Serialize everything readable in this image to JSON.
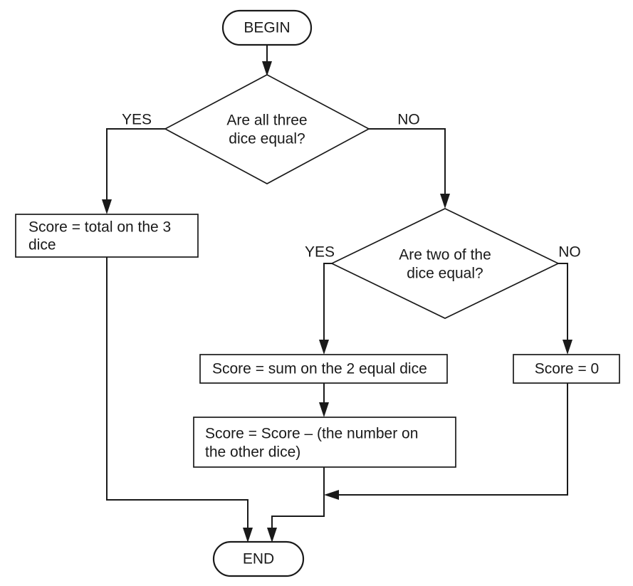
{
  "diagram": {
    "title": "Dice scoring flowchart",
    "colors": {
      "line": "#1a1a1a",
      "fill": "#ffffff",
      "background": "#ffffff"
    },
    "nodes": {
      "begin": {
        "label": "BEGIN",
        "shape": "terminator"
      },
      "decision_all_three": {
        "line1": "Are all three",
        "line2": "dice equal?",
        "shape": "decision"
      },
      "score_total": {
        "line1": "Score = total on the 3",
        "line2": "dice",
        "shape": "process"
      },
      "decision_two_of": {
        "line1": "Are two of the",
        "line2": "dice equal?",
        "shape": "decision"
      },
      "score_sum_two": {
        "line1": "Score = sum on the 2 equal dice",
        "shape": "process"
      },
      "score_minus_other": {
        "line1": "Score = Score – (the number on",
        "line2": "the other dice)",
        "shape": "process"
      },
      "score_zero": {
        "line1": "Score = 0",
        "shape": "process"
      },
      "end": {
        "label": "END",
        "shape": "terminator"
      }
    },
    "branch_labels": {
      "d1_yes": "YES",
      "d1_no": "NO",
      "d2_yes": "YES",
      "d2_no": "NO"
    }
  },
  "chart_data": {
    "type": "diagram",
    "title": "Dice scoring flowchart",
    "nodes": [
      {
        "id": "begin",
        "type": "terminator",
        "text": "BEGIN"
      },
      {
        "id": "decision_all_three",
        "type": "decision",
        "text": "Are all three dice equal?"
      },
      {
        "id": "score_total",
        "type": "process",
        "text": "Score = total on the 3 dice"
      },
      {
        "id": "decision_two_of",
        "type": "decision",
        "text": "Are two of the dice equal?"
      },
      {
        "id": "score_sum_two",
        "type": "process",
        "text": "Score = sum on the 2 equal dice"
      },
      {
        "id": "score_minus_other",
        "type": "process",
        "text": "Score = Score – (the number on the other dice)"
      },
      {
        "id": "score_zero",
        "type": "process",
        "text": "Score = 0"
      },
      {
        "id": "end",
        "type": "terminator",
        "text": "END"
      }
    ],
    "edges": [
      {
        "from": "begin",
        "to": "decision_all_three",
        "label": ""
      },
      {
        "from": "decision_all_three",
        "to": "score_total",
        "label": "YES"
      },
      {
        "from": "decision_all_three",
        "to": "decision_two_of",
        "label": "NO"
      },
      {
        "from": "decision_two_of",
        "to": "score_sum_two",
        "label": "YES"
      },
      {
        "from": "decision_two_of",
        "to": "score_zero",
        "label": "NO"
      },
      {
        "from": "score_sum_two",
        "to": "score_minus_other",
        "label": ""
      },
      {
        "from": "score_total",
        "to": "end",
        "label": ""
      },
      {
        "from": "score_minus_other",
        "to": "end",
        "label": ""
      },
      {
        "from": "score_zero",
        "to": "score_minus_other",
        "label": ""
      }
    ]
  }
}
